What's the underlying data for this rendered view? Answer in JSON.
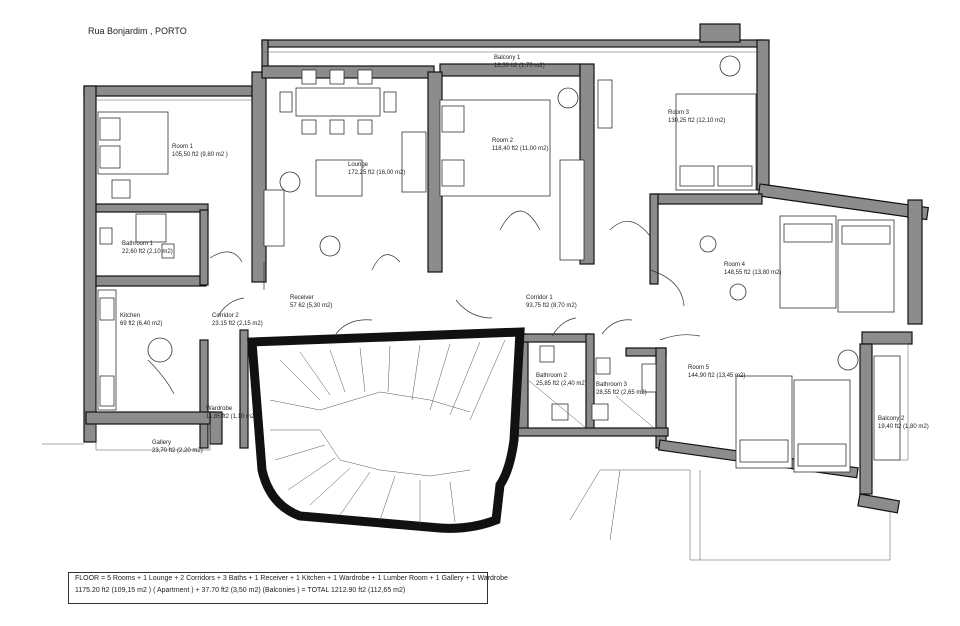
{
  "header": {
    "address": "Rua Bonjardim , PORTO"
  },
  "rooms": [
    {
      "id": "room1",
      "name": "Room 1",
      "area": "105,50 ft2 (9,80 m2 )"
    },
    {
      "id": "lounge",
      "name": "Lounge",
      "area": "172,25 ft2 (16,00 m2)"
    },
    {
      "id": "balcony1",
      "name": "Balcony 1",
      "area": "18,30 ft2 (1,70 m2)"
    },
    {
      "id": "room2",
      "name": "Room 2",
      "area": "118,40 ft2 (11,00 m2)"
    },
    {
      "id": "room3",
      "name": "Room 3",
      "area": "130,25 ft2 (12,10 m2)"
    },
    {
      "id": "bathroom1",
      "name": "Bathroom 1",
      "area": "22,60 ft2 (2,10 m2)"
    },
    {
      "id": "room4",
      "name": "Room 4",
      "area": "148,55 ft2 (13,80 m2)"
    },
    {
      "id": "receiver",
      "name": "Receiver",
      "area": "57 62 (5,30 m2)"
    },
    {
      "id": "corridor1",
      "name": "Corridor 1",
      "area": "93,75 ft2 (8,70 m2)"
    },
    {
      "id": "kitchen",
      "name": "Kitchen",
      "area": "69 ft2 (6,40 m2)"
    },
    {
      "id": "corridor2",
      "name": "Corridor 2",
      "area": "23.15 ft2 (2,15 m2)"
    },
    {
      "id": "room5",
      "name": "Room 5",
      "area": "144,90 ft2 (13,45 m2)"
    },
    {
      "id": "bathroom2",
      "name": "Bathroom 2",
      "area": "25,85 ft2 (2,40 m2)"
    },
    {
      "id": "bathroom3",
      "name": "Bathroom 3",
      "area": "28,55 ft2 (2,65 m2)"
    },
    {
      "id": "wardrobe",
      "name": "Wardrobe",
      "area": "11,85 ft2 (1,10 m2)"
    },
    {
      "id": "balcony2",
      "name": "Balcony 2",
      "area": "19,40 ft2 (1,80 m2)"
    },
    {
      "id": "gallery",
      "name": "Gallery",
      "area": "23,70 ft2 (2,20 m2)"
    }
  ],
  "summary": {
    "line1": "FLOOR = 5 Rooms + 1 Lounge + 2 Corridors + 3 Baths + 1 Receiver + 1 Kitchen + 1 Wardrobe + 1 Lumber Room + 1 Gallery + 1 Wardrobe",
    "line2": "1175.20 ft2 (109,15 m2 )  ( Apartment ) + 37.70 ft2 (3,50 m2)  (Balconies ) = TOTAL 1212.90 ft2 (112,65 m2)"
  }
}
